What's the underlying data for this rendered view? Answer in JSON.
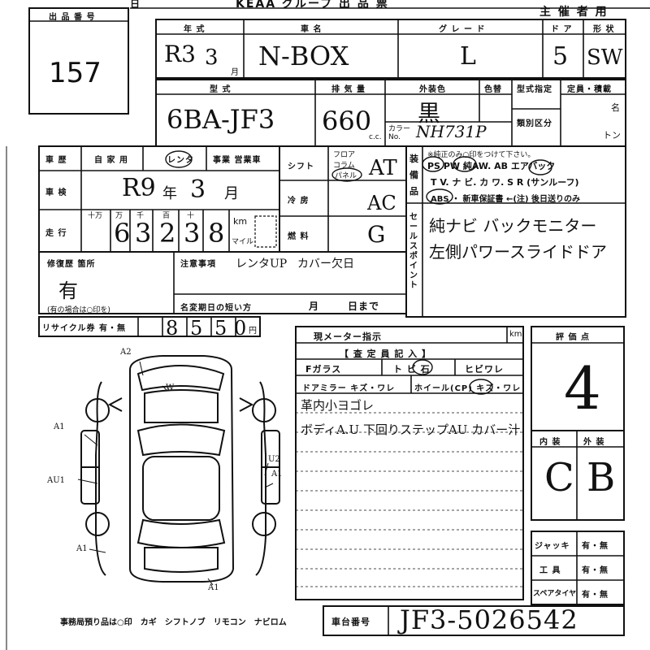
{
  "header": {
    "lot_label": "出 品 番 号",
    "lot_no": "157",
    "sheet_title": "KEAA グループ 出 品 票",
    "organizer": "主 催 者 用"
  },
  "vehicle_row": {
    "year_label": "年 式",
    "name_label": "車 名",
    "grade_label": "グ レ ー ド",
    "door_label": "ド ア",
    "shape_label": "形 状",
    "year_value": "R3",
    "month_value": "3",
    "month_unit": "月",
    "name_value": "N-BOX",
    "grade_value": "L",
    "door_value": "5",
    "shape_value": "SW"
  },
  "model_row": {
    "model_label": "型 式",
    "cc_label": "排 気 量",
    "color_label": "外装色",
    "color_change_label": "色替",
    "designation_label": "型式指定",
    "capacity_label": "定員・積載",
    "category_label": "類別区分",
    "model_value": "6BA-JF3",
    "cc_value": "660",
    "cc_unit": "c.c.",
    "color_value": "黒",
    "color_no_label": "カラー No.",
    "color_no_value": "NH731P",
    "capacity_unit": "名",
    "load_unit": "トン"
  },
  "history": {
    "history_label": "車 歴",
    "private_label": "自 家 用",
    "rental_label": "レンタ",
    "business_label": "事業 営業車",
    "shaken_label": "車 検",
    "shaken_year": "R9",
    "shaken_year_unit": "年",
    "shaken_month": "3",
    "shaken_month_unit": "月",
    "mileage_label": "走 行",
    "digit_labels": [
      "十万",
      "万",
      "千",
      "百",
      "十",
      ""
    ],
    "mileage_digits": [
      "",
      "6",
      "3",
      "2",
      "3",
      "8"
    ],
    "km_label": "km",
    "mile_label": "マイル"
  },
  "shift": {
    "shift_label": "シフト",
    "floor_label": "フロア",
    "column_label": "コラム",
    "panel_label": "パネル",
    "shift_value": "AT",
    "ac_label": "冷 房",
    "ac_value": "AC",
    "fuel_label": "燃 料",
    "fuel_value": "G"
  },
  "equipment": {
    "side_label": "装 備 品",
    "note": "※純正のみ○印をつけて下さい。",
    "line1": "PS PW 純AW. AB エアバック",
    "line2": "T V. ナ ビ. カ ワ. S R (サンルーフ)",
    "line3": "ABS ・ 新車保証書 ←(注) 後日送りのみ",
    "sales_label": "セールスポイント",
    "sales_line1": "純ナビ バックモニター",
    "sales_line2": "左側パワースライドドア"
  },
  "repair": {
    "repair_label": "修復歴 箇所",
    "repair_value": "有",
    "repair_note": "(有の場合は○印を)",
    "caution_label": "注意事項",
    "caution_value1": "レンタUP",
    "caution_value2": "カバー欠日",
    "name_change_label": "名変期日の短い方",
    "name_change_month": "月",
    "name_change_day": "日まで"
  },
  "recycle": {
    "label": "リサイクル券 有・無",
    "digits": [
      "8",
      "5",
      "5",
      "0"
    ],
    "unit": "円"
  },
  "inspection": {
    "meter_label": "現メーター指示",
    "meter_unit": "km",
    "inspector_label": "【 査 定 員 記 入 】",
    "f_glass": "Fガラス",
    "tobi_ishi": "ト ビ 石",
    "hibiware": "ヒビワレ",
    "door_mirror": "ドアミラー キズ・ワレ",
    "wheel": "ホイール(CP) キズ・ワレ",
    "note1": "革内小ヨゴレ",
    "note2": "ボディA.U 下回りステップAU カバー汁"
  },
  "score": {
    "score_label": "評 価 点",
    "score_value": "4",
    "interior_label": "内 装",
    "exterior_label": "外 装",
    "interior_value": "C",
    "exterior_value": "B"
  },
  "tools": {
    "jack": "ジャッキ",
    "tools": "工 具",
    "spare": "スペアタイヤ",
    "choice": "有・無"
  },
  "diagram": {
    "marks": [
      "A2",
      "W",
      "A1",
      "AU1",
      "U2",
      "A1",
      "A1",
      "A1"
    ]
  },
  "footer": {
    "office_note": "事務局預り品は○印　カギ　シフトノブ　リモコン　ナビロム",
    "chassis_label": "車台番号",
    "chassis_value": "JF3-5026542"
  }
}
